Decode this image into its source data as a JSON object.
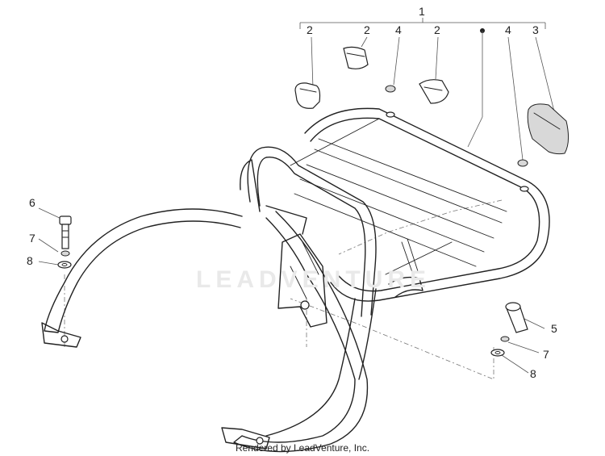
{
  "callouts": {
    "c1": "1",
    "c2a": "2",
    "c2b": "2",
    "c2c": "2",
    "c3": "3",
    "c4a": "4",
    "c4b": "4",
    "c5": "5",
    "c6": "6",
    "c7a": "7",
    "c7b": "7",
    "c8a": "8",
    "c8b": "8"
  },
  "watermark": "LEADVENTURE",
  "footer": "Rendered by LeadVenture, Inc."
}
